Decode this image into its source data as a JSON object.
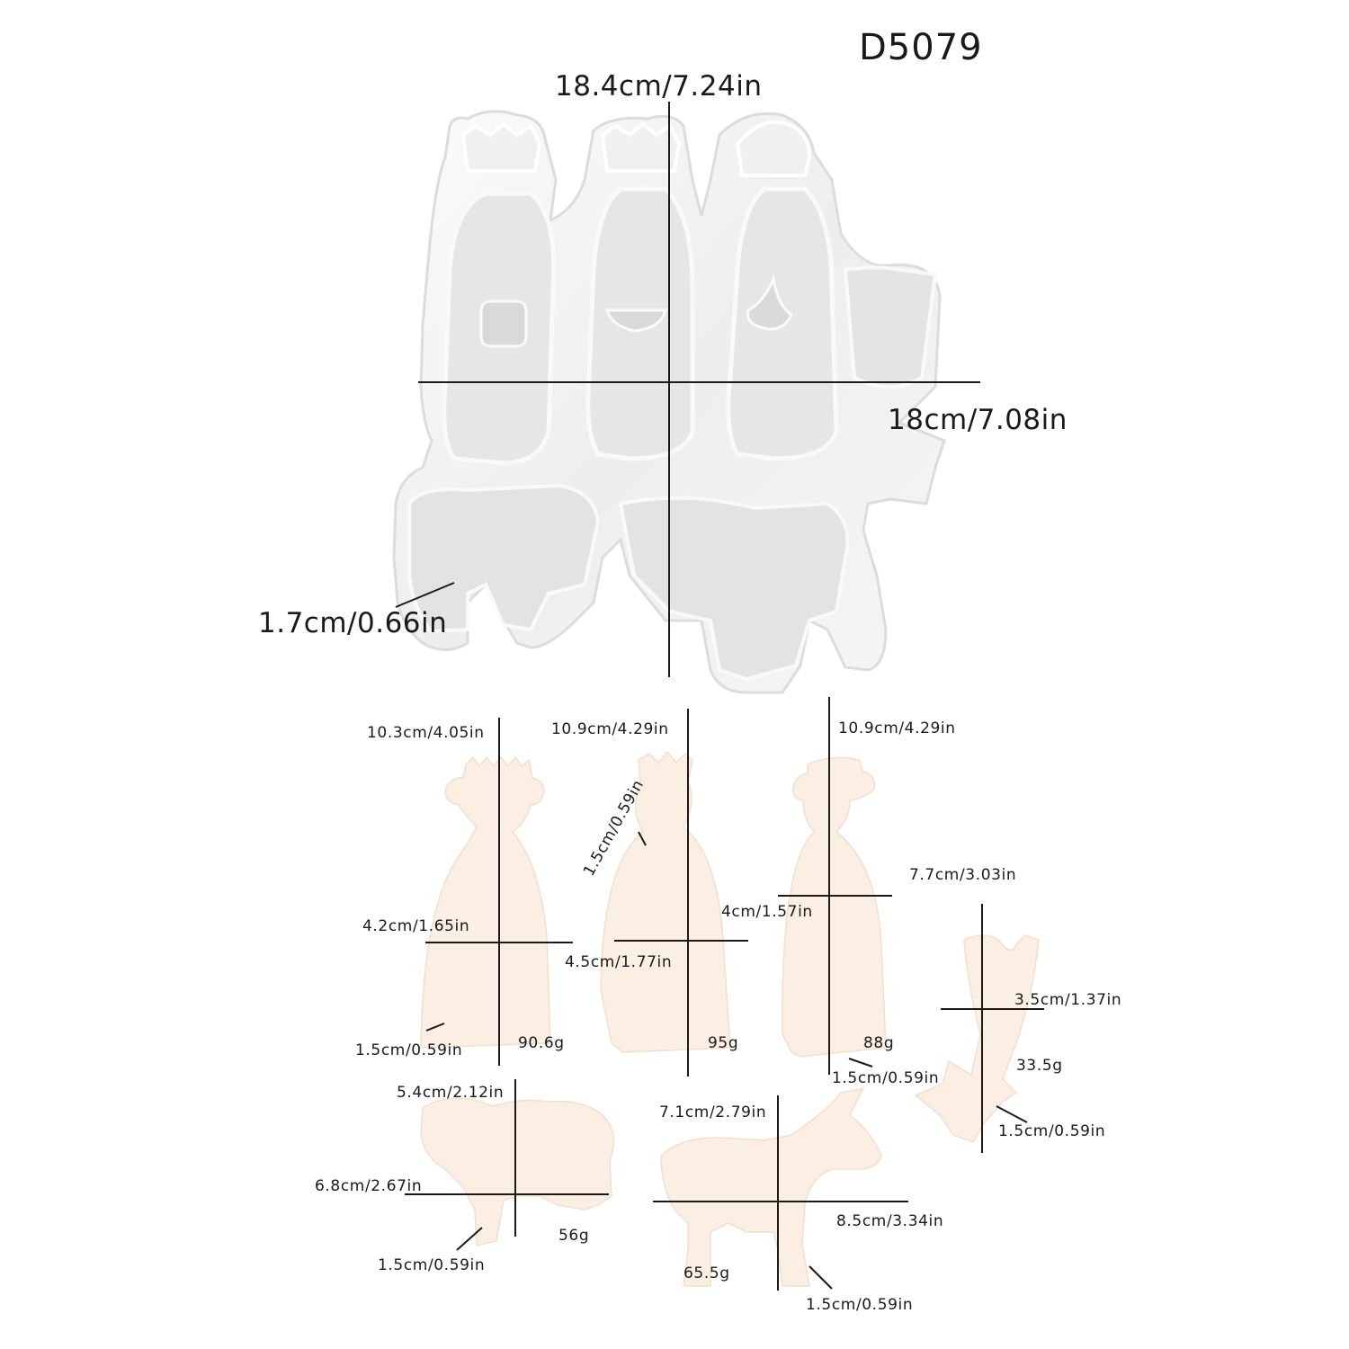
{
  "header": {
    "product_code": "D5079"
  },
  "mold": {
    "width_label": "18.4cm/7.24in",
    "height_label": "18cm/7.08in",
    "depth_label": "1.7cm/0.66in"
  },
  "pieces": {
    "king1": {
      "height": "10.3cm/4.05in",
      "width": "4.2cm/1.65in",
      "thickness": "1.5cm/0.59in",
      "weight": "90.6g"
    },
    "king2": {
      "height": "10.9cm/4.29in",
      "width": "4.5cm/1.77in",
      "thickness": "1.5cm/0.59in",
      "weight": "95g"
    },
    "king3": {
      "height": "10.9cm/4.29in",
      "width": "4cm/1.57in",
      "thickness": "1.5cm/0.59in",
      "weight": "88g"
    },
    "star": {
      "height": "7.7cm/3.03in",
      "width": "3.5cm/1.37in",
      "thickness": "1.5cm/0.59in",
      "weight": "33.5g"
    },
    "sheep": {
      "height": "5.4cm/2.12in",
      "width": "6.8cm/2.67in",
      "thickness": "1.5cm/0.59in",
      "weight": "56g"
    },
    "ox": {
      "height": "7.1cm/2.79in",
      "width": "8.5cm/3.34in",
      "thickness": "1.5cm/0.59in",
      "weight": "65.5g"
    }
  }
}
